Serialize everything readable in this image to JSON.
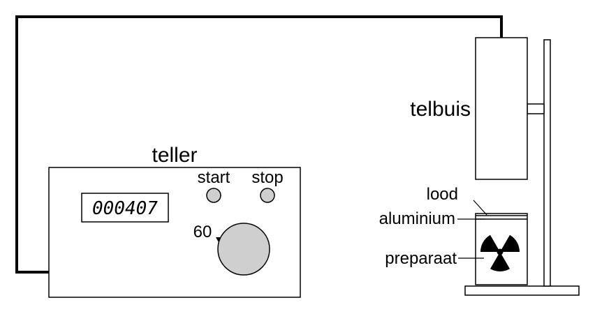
{
  "labels": {
    "teller": "teller",
    "start": "start",
    "stop": "stop",
    "timer_value": "60",
    "telbuis": "telbuis",
    "lood": "lood",
    "aluminium": "aluminium",
    "preparaat": "preparaat"
  },
  "display": {
    "count": "000407"
  },
  "colors": {
    "stroke": "#000000",
    "button_fill": "#cfcfcf",
    "dial_fill": "#cfcfcf",
    "background": "#ffffff"
  }
}
